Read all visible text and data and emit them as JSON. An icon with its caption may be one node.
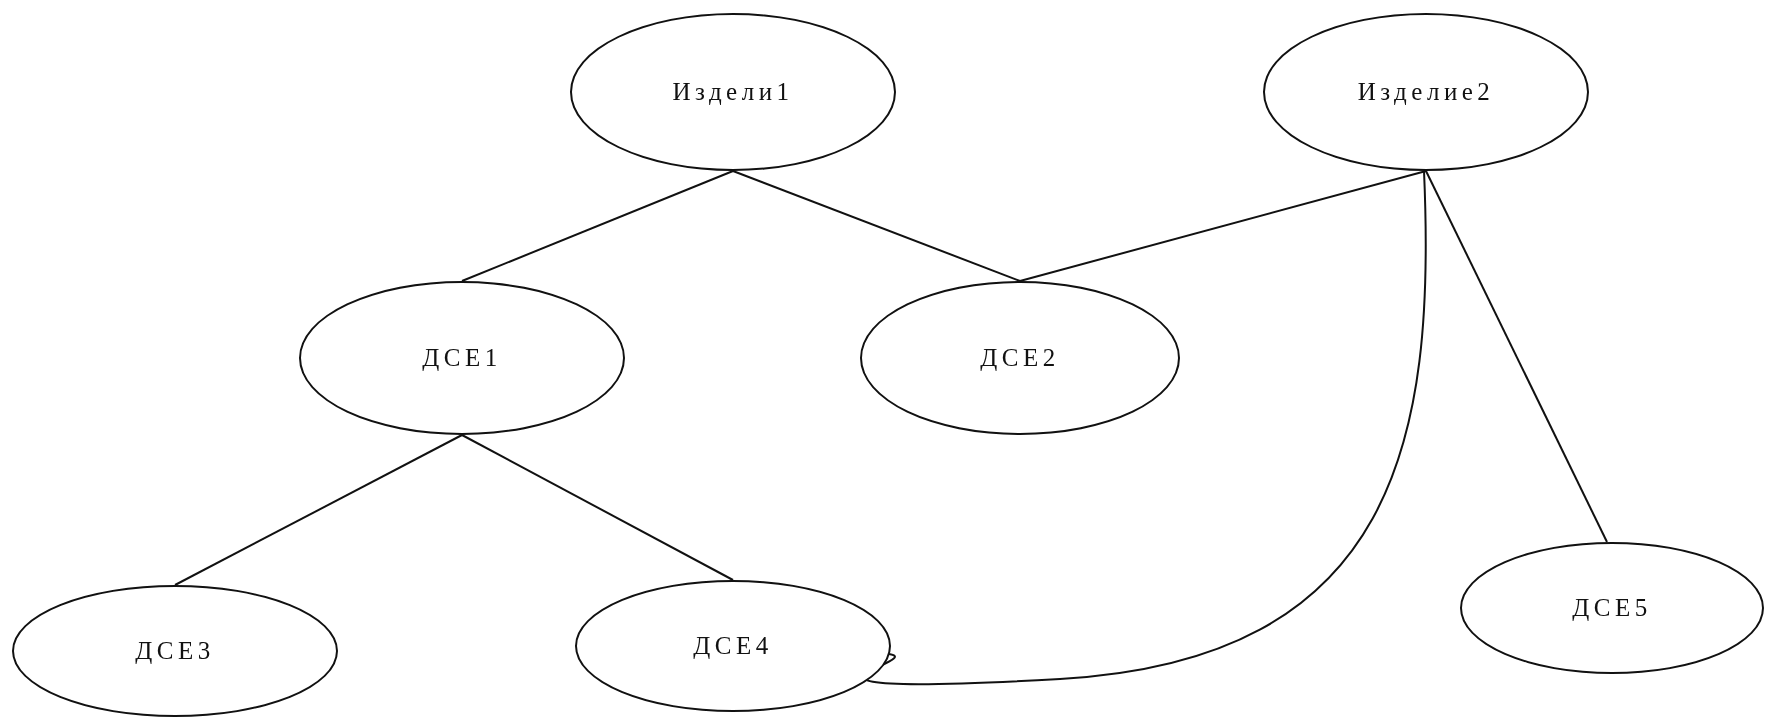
{
  "diagram": {
    "nodes": [
      {
        "text": [
          "Издели1"
        ]
      },
      {
        "text": [
          "Изделие2"
        ]
      },
      {
        "text": [
          "ДСЕ1"
        ]
      },
      {
        "text": [
          "ДСЕ2"
        ]
      },
      {
        "text": [
          "ДСЕ3"
        ]
      },
      {
        "text": [
          "ДСЕ4"
        ]
      },
      {
        "text": [
          "ДСЕ5"
        ]
      }
    ],
    "edges": [
      {
        "from": 0,
        "to": 2,
        "arrow": "none"
      },
      {
        "from": 0,
        "to": 3,
        "arrow": "none"
      },
      {
        "from": 1,
        "to": 3,
        "arrow": "none"
      },
      {
        "from": 1,
        "to": 5,
        "arrow": "none"
      },
      {
        "from": 1,
        "to": 6,
        "arrow": "none"
      },
      {
        "from": 2,
        "to": 4,
        "arrow": "none"
      },
      {
        "from": 2,
        "to": 5,
        "arrow": "none"
      }
    ]
  }
}
